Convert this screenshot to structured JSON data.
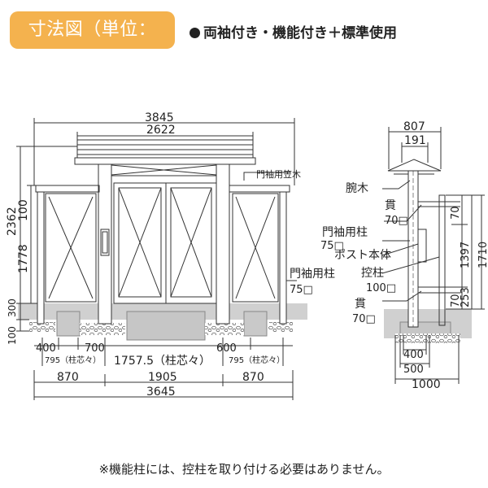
{
  "header": {
    "badge": "寸法図（単位：mm）",
    "subtitle": "両袖付き・機能付き＋標準使用"
  },
  "front_view": {
    "dims_top": {
      "overall": "3845",
      "main": "2622"
    },
    "dims_left": {
      "total": "2362",
      "h100": "100",
      "h1778": "1778",
      "h300": "300",
      "h100b": "100"
    },
    "labels": {
      "kasagi": "門袖用笠木",
      "sode_pillar": "門袖用柱",
      "sode_pillar_size": "75□"
    },
    "dims_bottom_row1": {
      "d400": "400",
      "d700": "700",
      "d1757": "1757.5（柱芯々）",
      "d600": "600"
    },
    "pitch_left": "795（柱芯々）",
    "pitch_right": "795（柱芯々）",
    "dims_bottom_row2": {
      "left": "870",
      "center": "1905",
      "right": "870"
    },
    "dims_bottom_total": "3645"
  },
  "side_view": {
    "dims_top": {
      "outer": "807",
      "inner": "191"
    },
    "labels": {
      "udegi": "腕木",
      "nuki_top": "貫",
      "nuki_top_size": "70□",
      "sode_pillar": "門袖用柱",
      "sode_pillar_size": "75□",
      "post_body": "ポスト本体",
      "support_pillar": "控柱",
      "support_pillar_size": "100□",
      "nuki_bottom": "貫",
      "nuki_bottom_size": "70□"
    },
    "dims_right": {
      "d70": "70",
      "d1397": "1397",
      "d1710": "1710",
      "d253": "253",
      "d70b": "70"
    },
    "dims_bottom": {
      "d400": "400",
      "d500": "500",
      "d1000": "1000"
    }
  },
  "footnote": "※機能柱には、控柱を取り付ける必要はありません。"
}
